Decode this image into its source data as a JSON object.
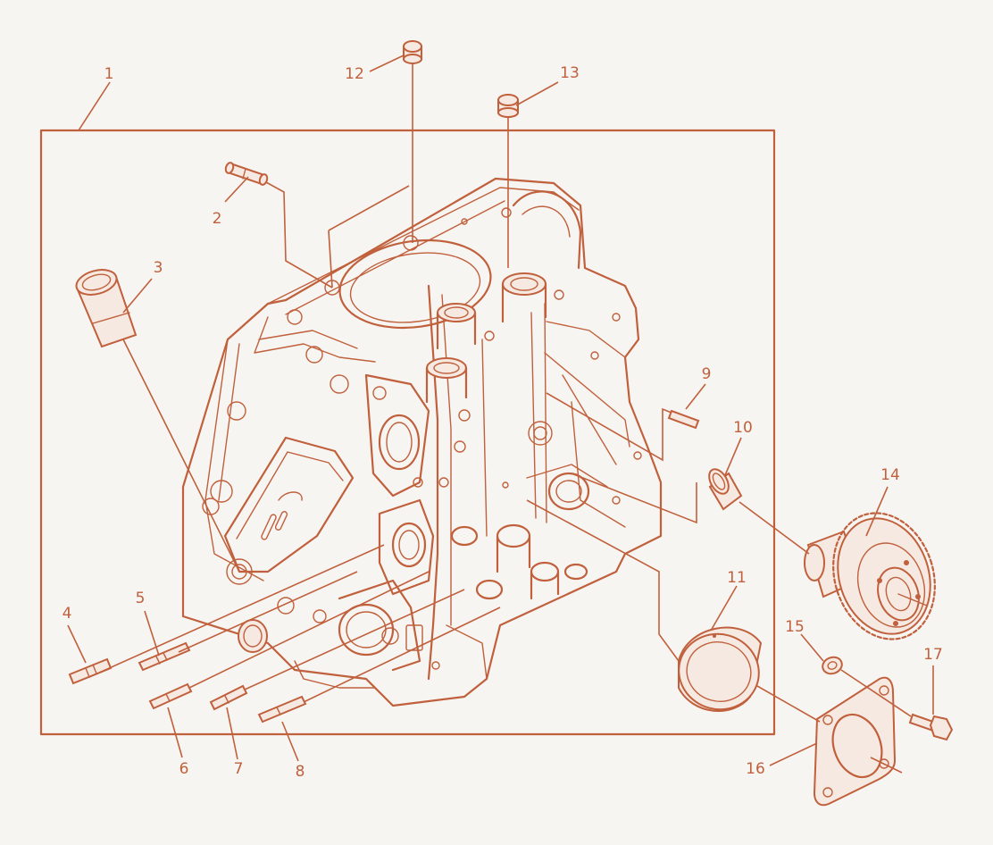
{
  "diagram": {
    "accent_color": "#c0603c",
    "background_color": "#f7f5f2",
    "callouts": [
      "1",
      "2",
      "3",
      "4",
      "5",
      "6",
      "7",
      "8",
      "9",
      "10",
      "11",
      "12",
      "13",
      "14",
      "15",
      "16",
      "17"
    ]
  }
}
